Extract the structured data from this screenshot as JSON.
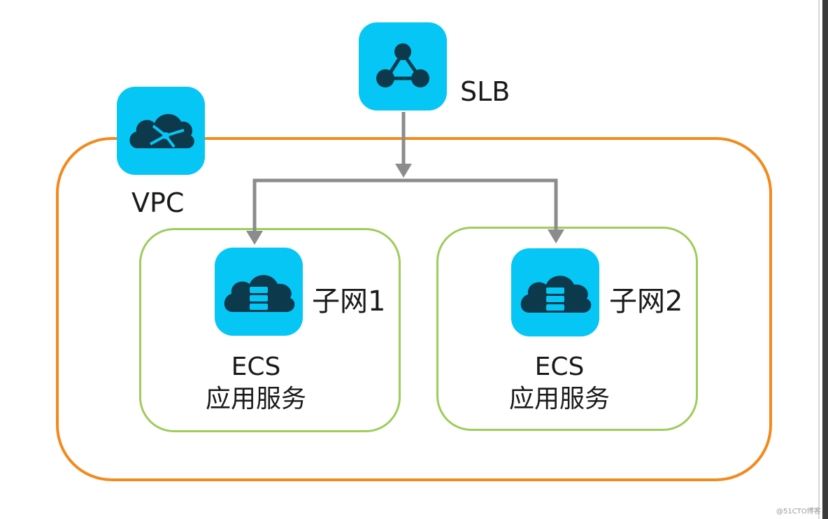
{
  "diagram": {
    "slb_label": "SLB",
    "vpc_label": "VPC",
    "subnets": [
      {
        "label": "子网1",
        "service_line1": "ECS",
        "service_line2": "应用服务"
      },
      {
        "label": "子网2",
        "service_line1": "ECS",
        "service_line2": "应用服务"
      }
    ],
    "watermark": "@51CTO博客"
  },
  "colors": {
    "tile": "#05c6f5",
    "icon": "#0c3a4c",
    "vpc_border": "#f28a1c",
    "subnet_border": "#9fcc5a",
    "connector": "#8c8c8c"
  },
  "icons": {
    "slb": "network-nodes-icon",
    "vpc": "cloud-network-icon",
    "ecs": "cloud-server-icon"
  }
}
